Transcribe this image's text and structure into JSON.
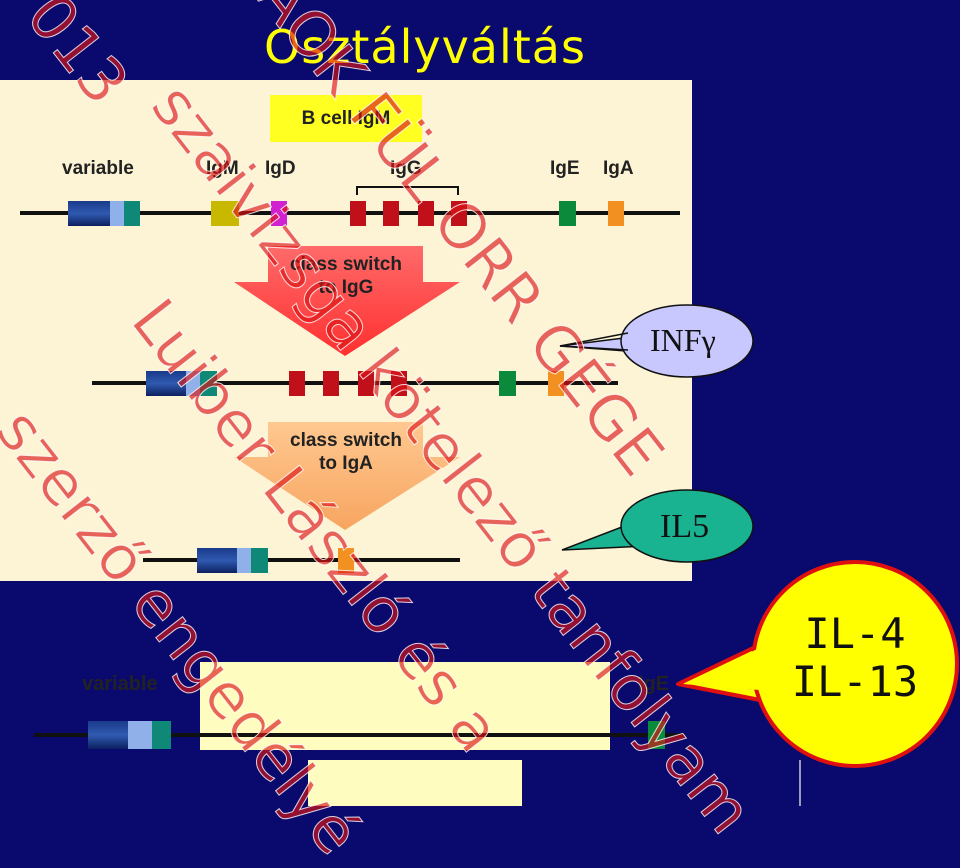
{
  "title": "Osztályváltás",
  "top_panel": {
    "bcell_label": "B cell IgM",
    "labels": {
      "variable": "variable",
      "igm": "IgM",
      "igd": "IgD",
      "igg": "IgG",
      "ige": "IgE",
      "iga": "IgA"
    },
    "arrow1_line1": "class switch",
    "arrow1_line2": "to IgG",
    "arrow2_line1": "class switch",
    "arrow2_line2": "to IgA"
  },
  "callouts": {
    "infg": "INFγ",
    "il5": "IL5"
  },
  "bottom_panel": {
    "variable": "variable",
    "ige": "IgE"
  },
  "star": {
    "line1": "IL-4",
    "line2": "IL-13"
  },
  "watermark": {
    "w1": "013",
    "w2": "AOK FÜL ORR GÉGE",
    "w3": "szaivizsga kötelező tanfolyam",
    "w4": "Luiber László és a",
    "w5": "szerző engedélyé"
  },
  "colors": {
    "background": "#0a0a6e",
    "title": "#ffff00",
    "panel": "#fdf4d6",
    "star_fill": "#ffff00",
    "star_border": "#e01010",
    "igg_red": "#c0101a",
    "ige_green": "#0a8a3a",
    "iga_orange": "#f29022",
    "igm_olive": "#c8b800",
    "igd_magenta": "#d020d0"
  }
}
